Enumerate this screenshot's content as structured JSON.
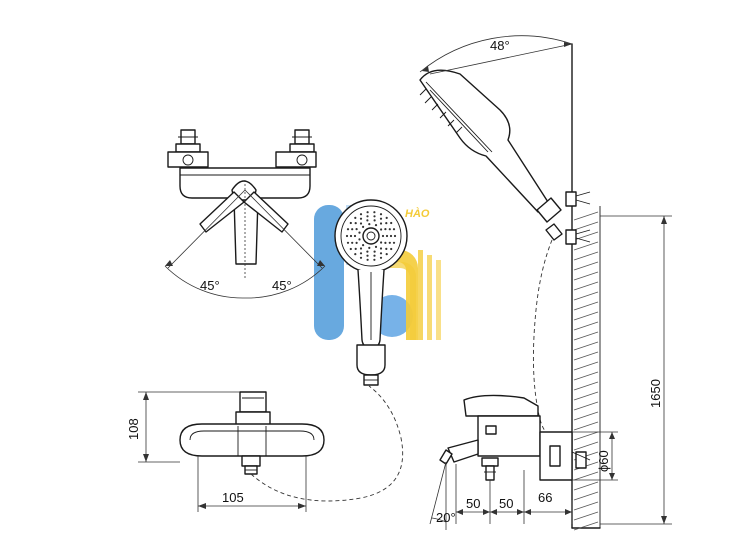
{
  "labels": {
    "angle_left": "45°",
    "angle_right": "45°",
    "angle_shower": "48°",
    "angle_spout": "20°",
    "height_mixer": "108",
    "width_mixer": "105",
    "height_total": "1650",
    "diameter": "ϕ60",
    "offset_a": "50",
    "offset_b": "50",
    "offset_wall": "66"
  },
  "watermark": {
    "text": "HÀO",
    "colors": {
      "blue": "#3b8fd6",
      "yellow": "#f3c623",
      "light_blue": "#9fcbf0"
    }
  }
}
